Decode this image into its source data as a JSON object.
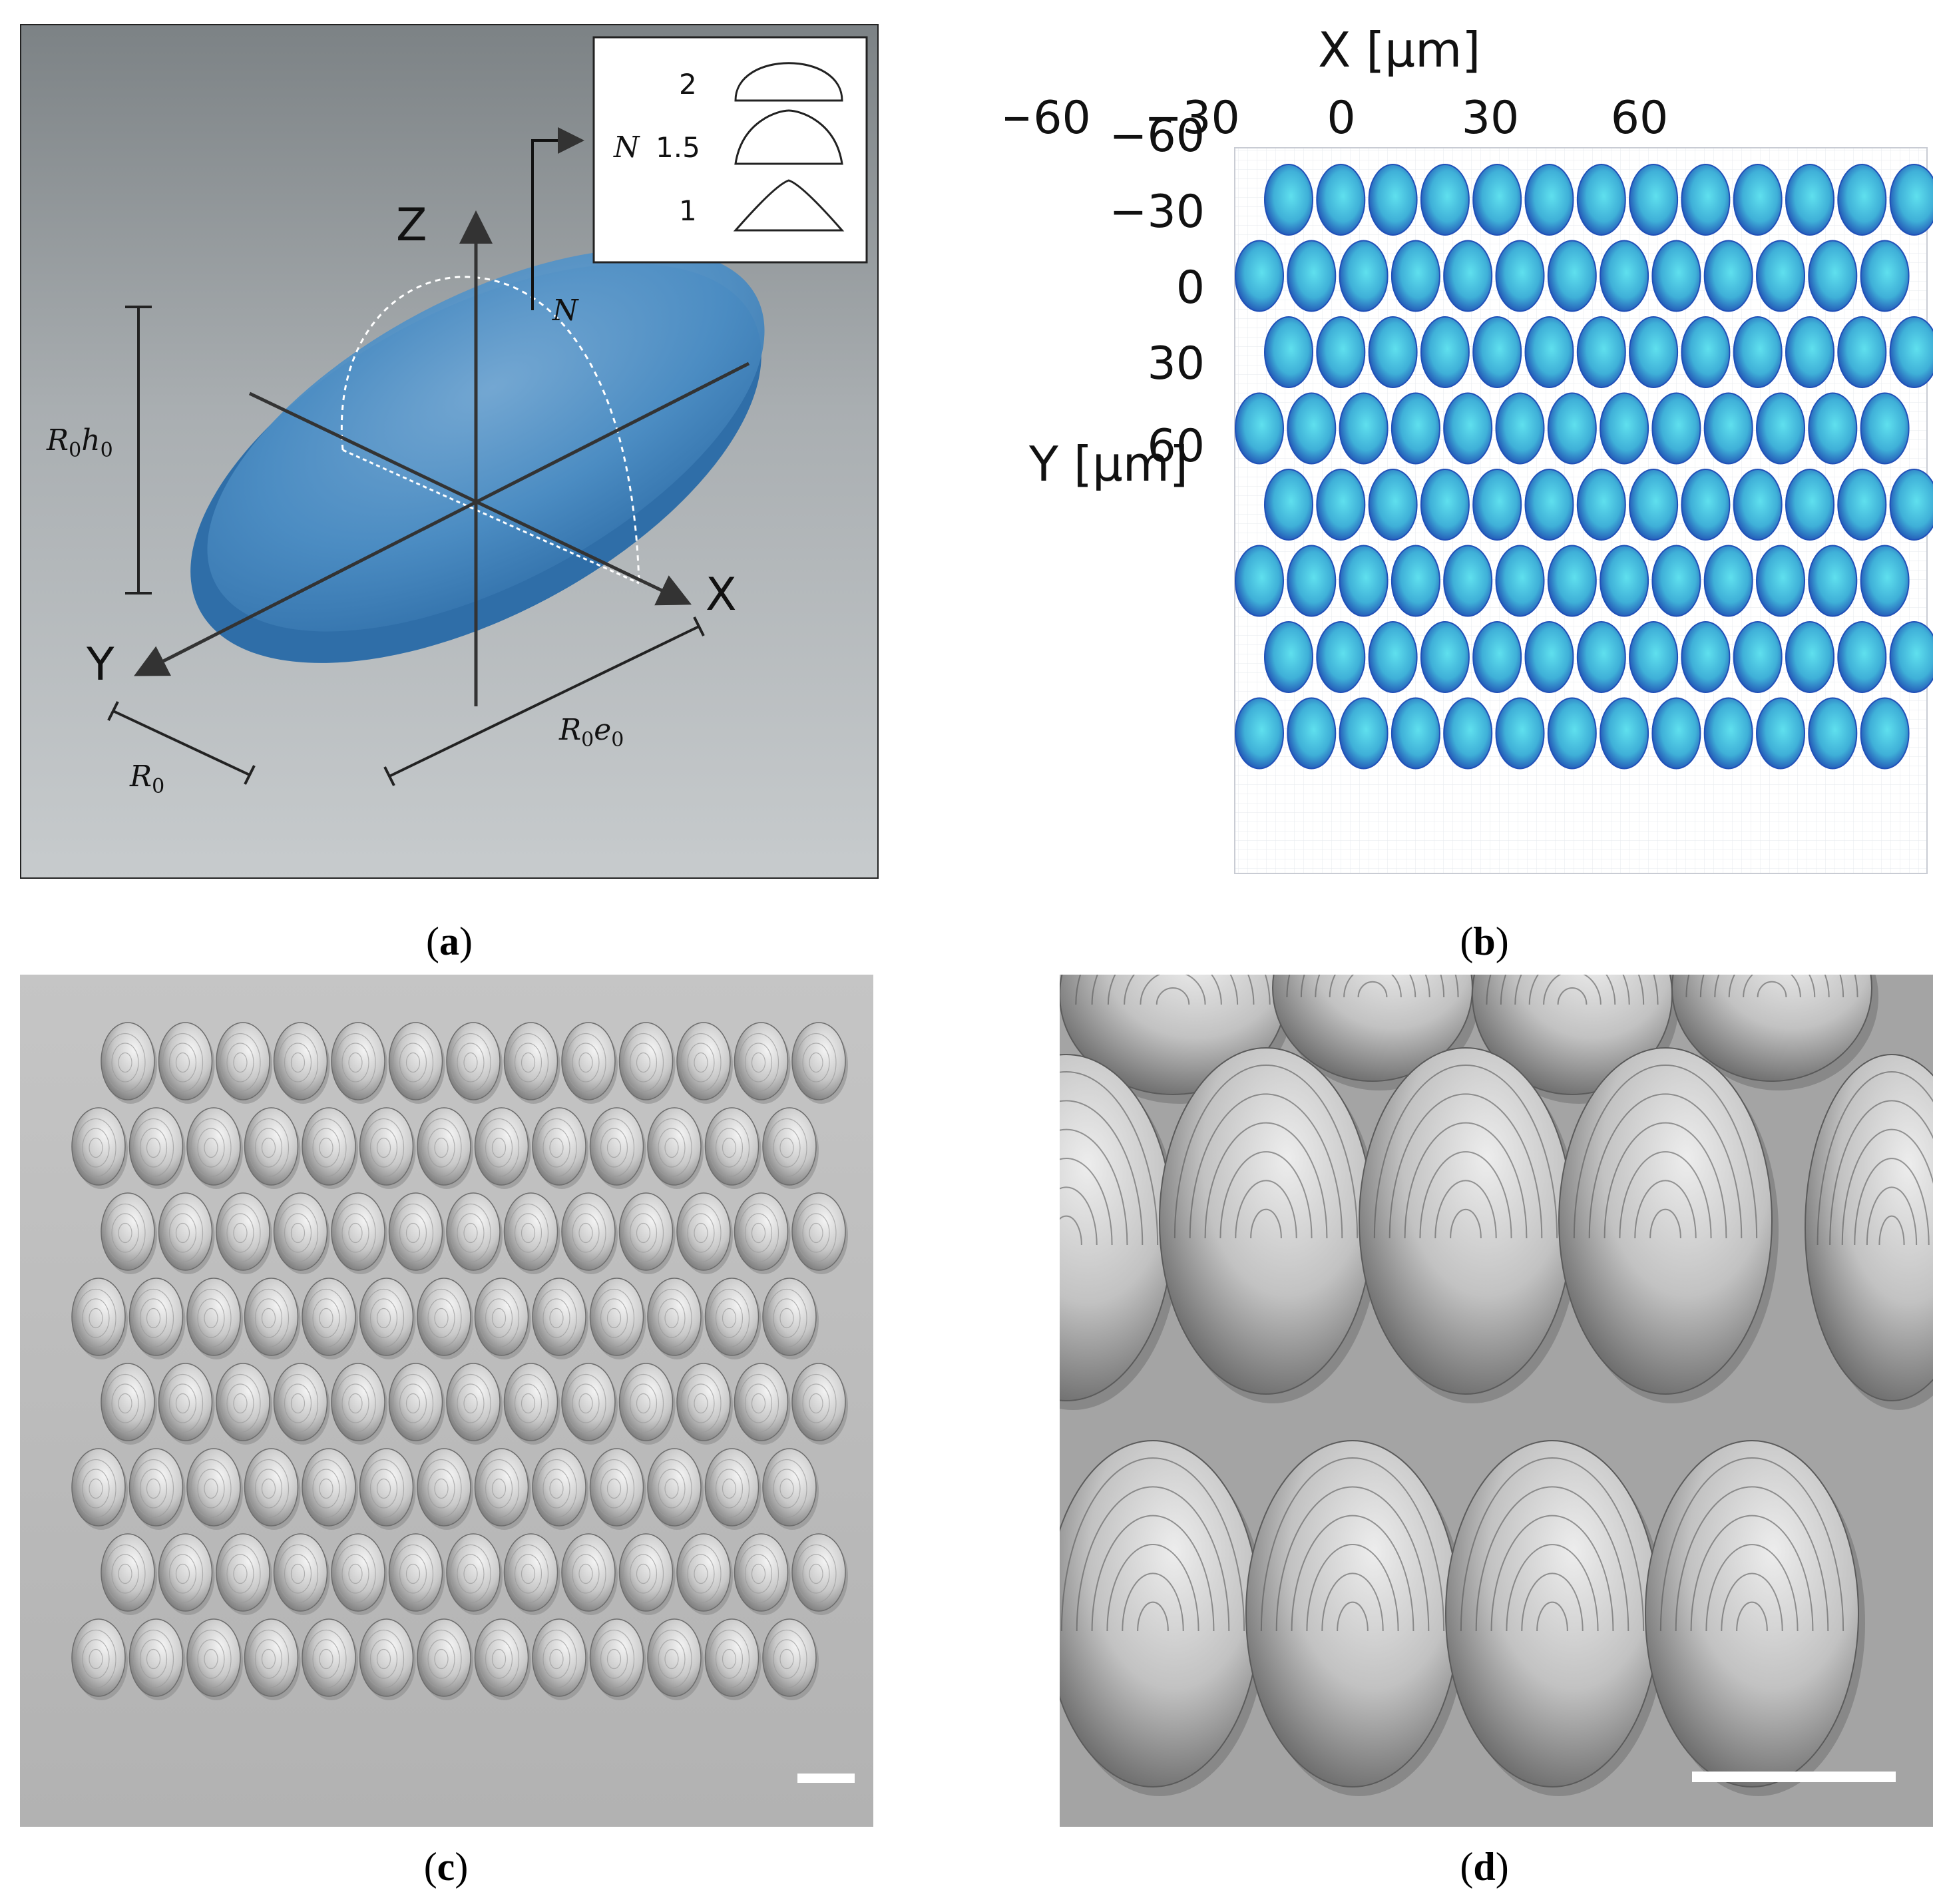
{
  "panel_a": {
    "axis_z": "Z",
    "axis_x": "X",
    "axis_y": "Y",
    "n_marker": "N",
    "dim_height_R": "R",
    "dim_height_sub0": "0",
    "dim_height_h": "h",
    "dim_height_hsub": "0",
    "dim_R0_R": "R",
    "dim_R0_sub": "0",
    "dim_Re_R": "R",
    "dim_Re_sub": "0",
    "dim_Re_e": "e",
    "dim_Re_esub": "0",
    "inset": {
      "label": "N",
      "values": [
        "2",
        "1.5",
        "1"
      ]
    },
    "colors": {
      "lens": "#3f86bf",
      "background": "#a9b0b4"
    }
  },
  "panel_b": {
    "xlabel": "X [μm]",
    "ylabel": "Y [μm]",
    "x_ticks": [
      "−60",
      "−30",
      "0",
      "30",
      "60"
    ],
    "y_ticks": [
      "−60",
      "−30",
      "0",
      "30",
      "60"
    ],
    "rows": 8,
    "cols_long": 13,
    "cols_short": 13,
    "colors": {
      "lens_center": "#5fe0ee",
      "lens_edge": "#1f4db3"
    }
  },
  "panel_c": {
    "rows": 8,
    "cols": 13
  },
  "panel_d": {},
  "captions": {
    "a": [
      "(",
      "a",
      ")"
    ],
    "b": [
      "(",
      "b",
      ")"
    ],
    "c": [
      "(",
      "c",
      ")"
    ],
    "d": [
      "(",
      "d",
      ")"
    ]
  }
}
